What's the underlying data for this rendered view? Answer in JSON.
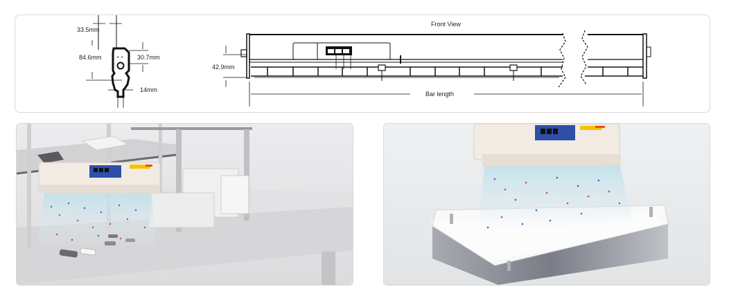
{
  "dimensions": {
    "side_view": {
      "width_top": "33.5mm",
      "height_total": "84.6mm",
      "height_upper": "30.7mm",
      "width_bottom": "14mm"
    },
    "front_view": {
      "title": "Front View",
      "height": "42.9mm",
      "length_label": "Bar length"
    }
  },
  "photos": {
    "left": {
      "icon": "workbench-ionizer-scene"
    },
    "right": {
      "icon": "glass-plate-ionizer-scene"
    }
  },
  "colors": {
    "panel_border": "#d8d8d8",
    "ion_blue": "#3a5fd0",
    "ion_pink": "#c0408a",
    "control_panel_blue": "#2f4fa8",
    "warning_yellow": "#f5c400"
  }
}
